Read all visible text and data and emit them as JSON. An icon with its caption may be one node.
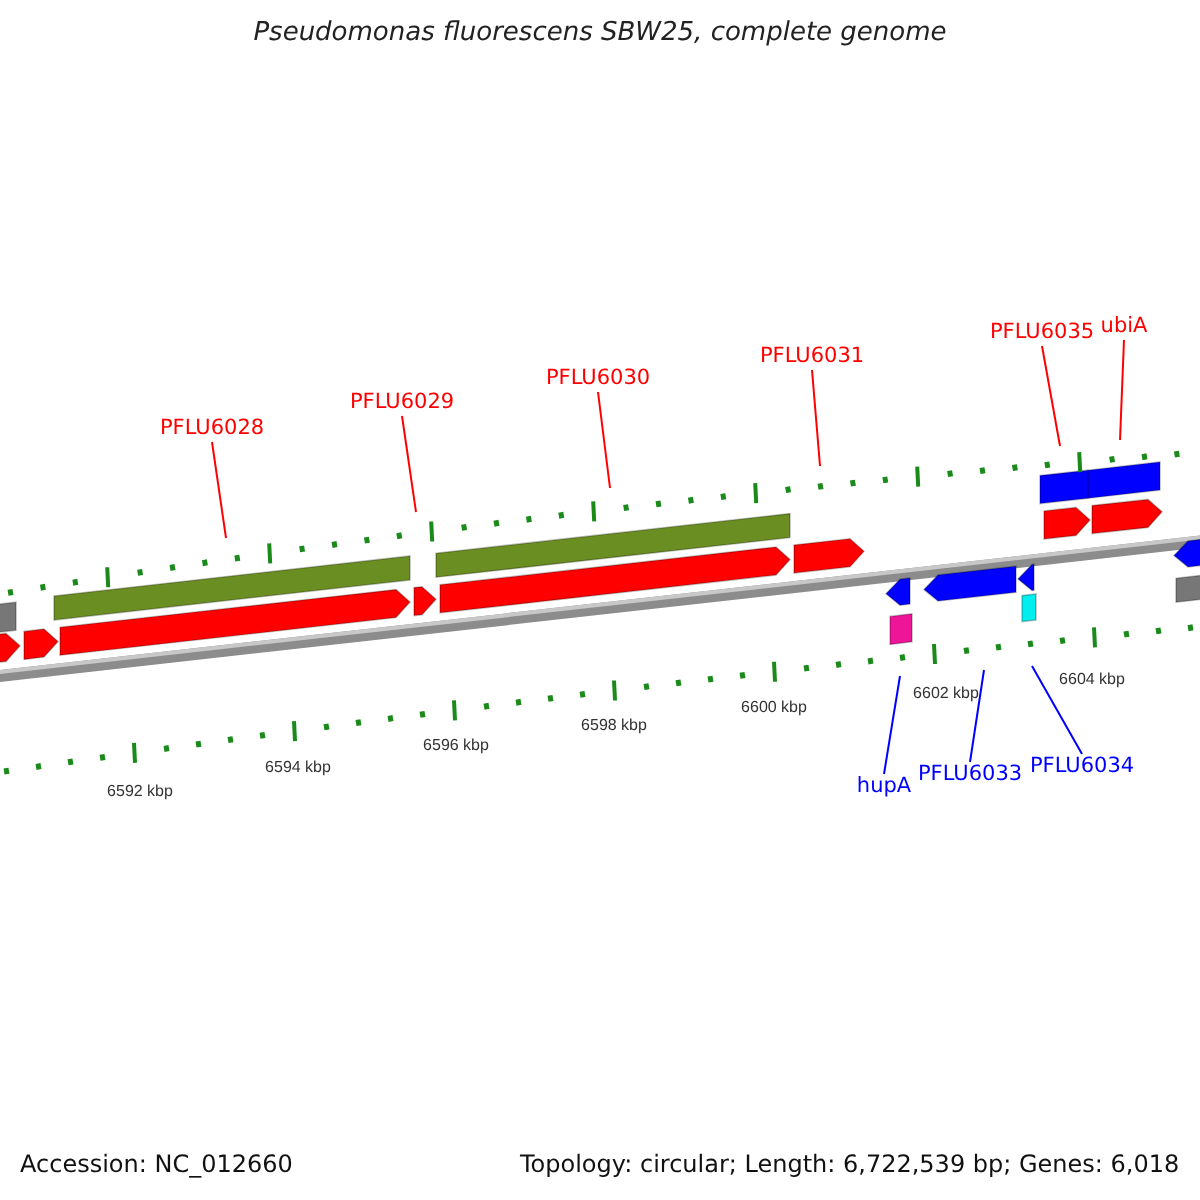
{
  "diagram": {
    "title": "Pseudomonas fluorescens SBW25, complete genome",
    "nodes": [
      {
        "text": [
          "PFLU6028"
        ]
      },
      {
        "text": [
          "PFLU6029"
        ]
      },
      {
        "text": [
          "PFLU6030"
        ]
      },
      {
        "text": [
          "PFLU6031"
        ]
      },
      {
        "text": [
          "PFLU6035"
        ]
      },
      {
        "text": [
          "ubiA"
        ]
      },
      {
        "text": [
          "hupA"
        ]
      },
      {
        "text": [
          "PFLU6033"
        ]
      },
      {
        "text": [
          "PFLU6034"
        ]
      }
    ],
    "edges": [
      {
        "from": 0,
        "to": null,
        "arrow": "none"
      },
      {
        "from": 1,
        "to": null,
        "arrow": "none"
      },
      {
        "from": 2,
        "to": null,
        "arrow": "none"
      },
      {
        "from": 3,
        "to": null,
        "arrow": "none"
      },
      {
        "from": 4,
        "to": null,
        "arrow": "none"
      },
      {
        "from": 5,
        "to": null,
        "arrow": "none"
      },
      {
        "from": 6,
        "to": null,
        "arrow": "none",
        "color": "#0000ff"
      },
      {
        "from": 7,
        "to": null,
        "arrow": "none",
        "color": "#0000ff"
      },
      {
        "from": 8,
        "to": null,
        "arrow": "none",
        "color": "#0000ff"
      }
    ],
    "labels": [
      "6592 kbp",
      "6594 kbp",
      "6596 kbp",
      "6598 kbp",
      "6600 kbp",
      "6602 kbp",
      "6604 kbp",
      "Accession: NC_012660",
      "Topology: circular; Length: 6,722,539 bp; Genes: 6,018"
    ]
  }
}
